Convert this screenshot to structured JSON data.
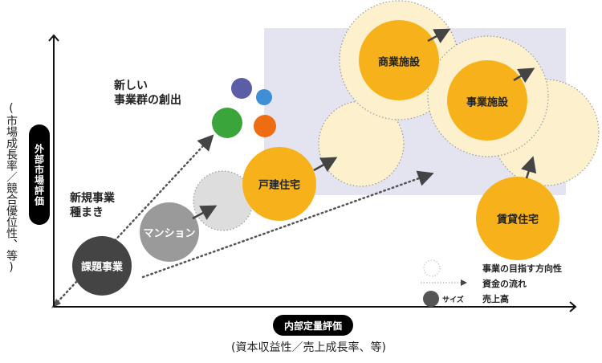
{
  "axes": {
    "y_label": "外部市場評価",
    "y_sublabel": "(市場成長率／競合優位性、等)",
    "x_label": "内部定量評価",
    "x_sublabel": "(資本収益性／売上成長率、等)"
  },
  "annotations": {
    "new_business_group": [
      "新しい",
      "事業群の創出"
    ],
    "new_business_seed": [
      "新規事業",
      "種まき"
    ]
  },
  "businesses": [
    {
      "label": "課題事業",
      "color": "#444444",
      "text_color": "#ffffff"
    },
    {
      "label": "マンション",
      "color": "#9a9a9a",
      "text_color": "#ffffff"
    },
    {
      "label": "戸建住宅",
      "color": "#f7b21b",
      "text_color": "#222222"
    },
    {
      "label": "商業施設",
      "color": "#f7b21b",
      "text_color": "#222222"
    },
    {
      "label": "事業施設",
      "color": "#f7b21b",
      "text_color": "#222222"
    },
    {
      "label": "賃貸住宅",
      "color": "#f7b21b",
      "text_color": "#222222"
    }
  ],
  "new_business_dots": [
    {
      "color": "#5b5ea6"
    },
    {
      "color": "#3e8fd6"
    },
    {
      "color": "#3aa53a"
    },
    {
      "color": "#ee6c12"
    }
  ],
  "legend": {
    "direction": "事業の目指す方向性",
    "flow": "資金の流れ",
    "size_marker": "サイズ",
    "size_meaning": "売上高"
  },
  "colors": {
    "highlight_area": "#e3e4f0",
    "target_fill": "#fdf0cc",
    "accent": "#f7b21b"
  }
}
